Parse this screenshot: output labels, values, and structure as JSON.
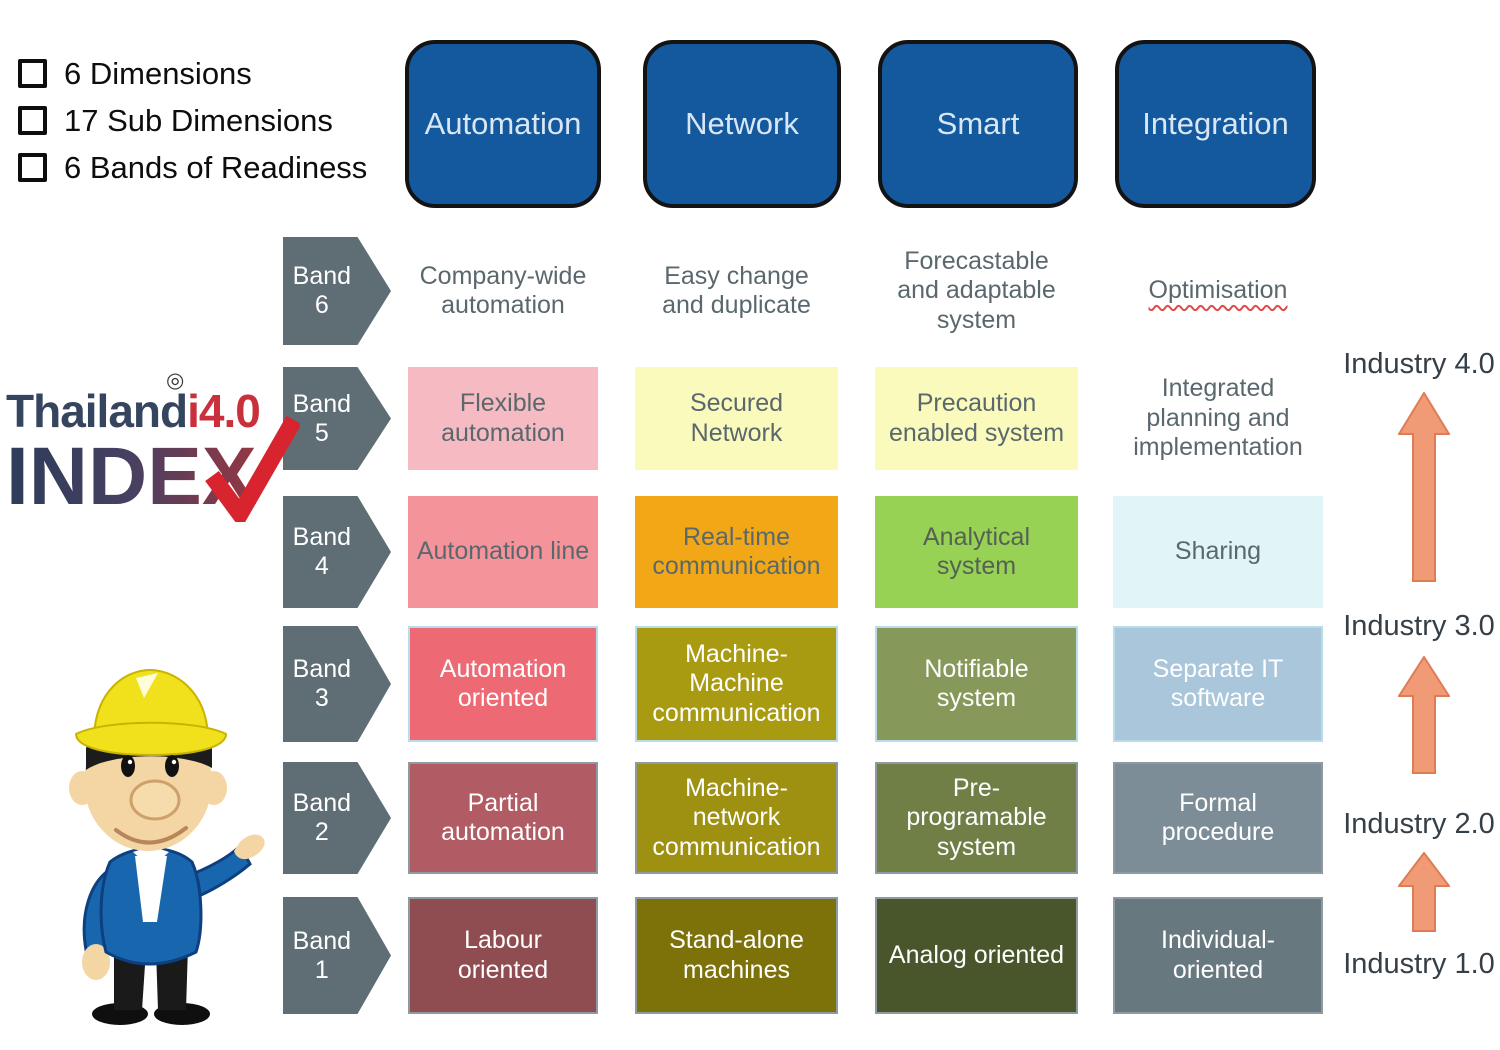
{
  "colors": {
    "header_bg": "#14599e",
    "band_arrow_bg": "#5f6e74",
    "industry_arrow_fill": "#f19b76",
    "industry_arrow_border": "#dd7c55",
    "plain_text": "#5a686e",
    "logo_red": "#c9303c",
    "logo_navy": "#36455f"
  },
  "checklist": {
    "items": [
      "6 Dimensions",
      "17 Sub Dimensions",
      "6 Bands of Readiness"
    ]
  },
  "columns": [
    "Automation",
    "Network",
    "Smart",
    "Integration"
  ],
  "bands": [
    {
      "label": "Band 6",
      "cells": [
        {
          "text": "Company-wide automation",
          "kind": "plain"
        },
        {
          "text": "Easy change and duplicate",
          "kind": "plain"
        },
        {
          "text": "Forecastable and adaptable system",
          "kind": "plain"
        },
        {
          "text": "Optimisation",
          "kind": "plain",
          "underline": "wavy-red"
        }
      ]
    },
    {
      "label": "Band 5",
      "cells": [
        {
          "text": "Flexible automation",
          "bg": "#f6bac3",
          "fg": "#5a686e"
        },
        {
          "text": "Secured Network",
          "bg": "#fbfabd",
          "fg": "#5a686e"
        },
        {
          "text": "Precaution enabled system",
          "bg": "#fbfabd",
          "fg": "#5a686e"
        },
        {
          "text": "Integrated planning and implementation",
          "kind": "plain"
        }
      ]
    },
    {
      "label": "Band 4",
      "cells": [
        {
          "text": "Automation line",
          "bg": "#f5939b",
          "fg": "#5a686e"
        },
        {
          "text": "Real-time communication",
          "bg": "#f2a816",
          "fg": "#5a686e"
        },
        {
          "text": "Analytical system",
          "bg": "#97d254",
          "fg": "#566156"
        },
        {
          "text": "Sharing",
          "bg": "#e1f4f7",
          "fg": "#5a686e"
        }
      ]
    },
    {
      "label": "Band 3",
      "cells": [
        {
          "text": "Automation oriented",
          "bg": "#ed6a74",
          "fg": "#ffffff",
          "border": "#b9dcea"
        },
        {
          "text": "Machine-Machine communication",
          "bg": "#a89b12",
          "fg": "#ffffff",
          "border": "#b9dcea"
        },
        {
          "text": "Notifiable system",
          "bg": "#87995a",
          "fg": "#ffffff",
          "border": "#b9dcea"
        },
        {
          "text": "Separate IT software",
          "bg": "#a9c6da",
          "fg": "#ffffff",
          "border": "#b9dcea"
        }
      ]
    },
    {
      "label": "Band 2",
      "cells": [
        {
          "text": "Partial automation",
          "bg": "#b15b64",
          "fg": "#ffffff",
          "border": "#8d9ba1"
        },
        {
          "text": "Machine-network communication",
          "bg": "#9e9011",
          "fg": "#ffffff",
          "border": "#8d9ba1"
        },
        {
          "text": "Pre-programable system",
          "bg": "#6f7f46",
          "fg": "#ffffff",
          "border": "#8d9ba1"
        },
        {
          "text": "Formal procedure",
          "bg": "#7d8d98",
          "fg": "#ffffff",
          "border": "#8d9ba1"
        }
      ]
    },
    {
      "label": "Band 1",
      "cells": [
        {
          "text": "Labour oriented",
          "bg": "#8f4d52",
          "fg": "#ffffff",
          "border": "#8d9ba1"
        },
        {
          "text": "Stand-alone machines",
          "bg": "#7d7109",
          "fg": "#ffffff",
          "border": "#8d9ba1"
        },
        {
          "text": "Analog oriented",
          "bg": "#49552b",
          "fg": "#ffffff",
          "border": "#8d9ba1"
        },
        {
          "text": "Individual-oriented",
          "bg": "#68787f",
          "fg": "#ffffff",
          "border": "#8d9ba1"
        }
      ]
    }
  ],
  "logo": {
    "thailand": "Thailand",
    "i40": "i4.0",
    "index": "INDEX",
    "target_icon": "◎"
  },
  "industry_scale": [
    "Industry 4.0",
    "Industry 3.0",
    "Industry 2.0",
    "Industry 1.0"
  ],
  "mascot": {
    "name": "engineer-mascot"
  }
}
